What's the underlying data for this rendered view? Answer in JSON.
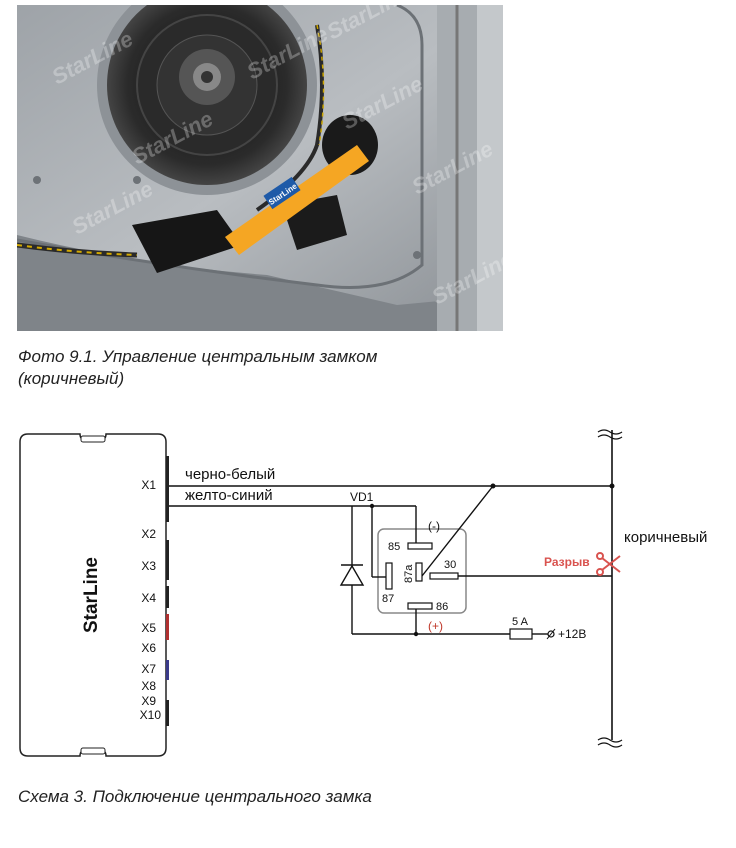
{
  "photo": {
    "watermark": "StarLine",
    "tag_label": "StarLine"
  },
  "captions": {
    "photo_line1": "Фото 9.1. Управление центральным замком",
    "photo_line2": "(коричневый)",
    "scheme": "Схема 3. Подключение центрального замка"
  },
  "diagram": {
    "unit_brand": "StarLine",
    "connectors": [
      "X1",
      "X2",
      "X3",
      "X4",
      "X5",
      "X6",
      "X7",
      "X8",
      "X9",
      "X10"
    ],
    "wire1_label": "черно-белый",
    "wire2_label": "желто-синий",
    "diode_label": "VD1",
    "relay": {
      "pin85": "85",
      "pin86": "86",
      "pin87": "87",
      "pin87a": "87a",
      "pin30": "30",
      "minus": "(-)",
      "plus": "(+)"
    },
    "fuse_label": "5 A",
    "power_label": "+12В",
    "wire3_label": "коричневый",
    "cut_label": "Разрыв",
    "colors": {
      "cut_red": "#d9534f",
      "plus_red": "#c0392b"
    }
  }
}
